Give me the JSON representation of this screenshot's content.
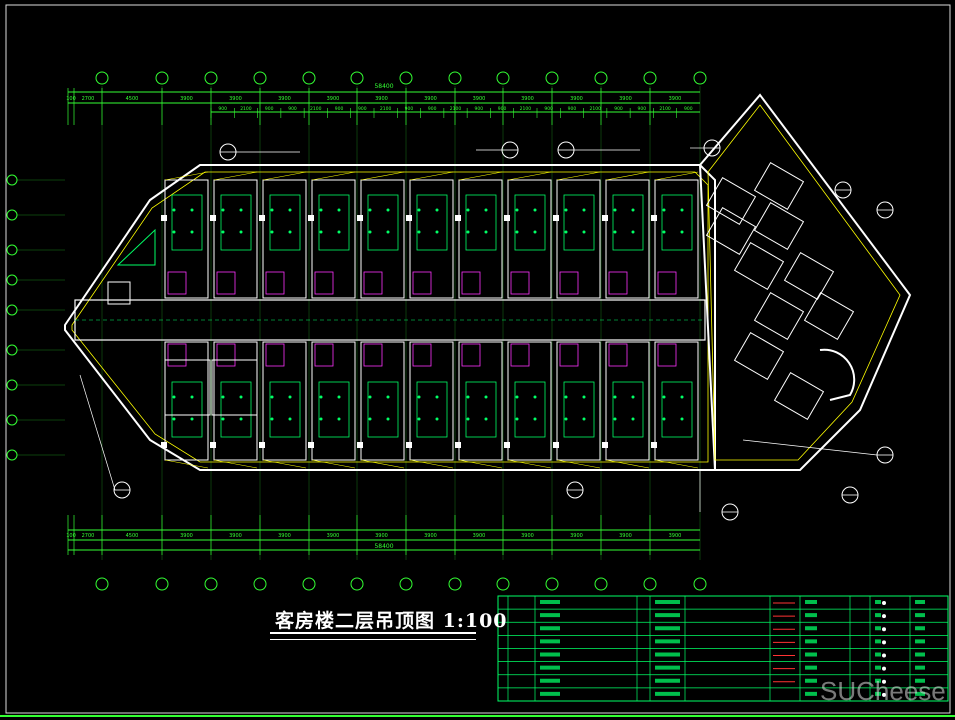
{
  "drawing": {
    "title": "客房楼二层吊顶图 1:100",
    "total_dimension_top": "58400",
    "total_dimension_bottom": "58400",
    "top_dimensions": [
      "100",
      "2700",
      "4500",
      "3900",
      "3900",
      "3900",
      "3900",
      "3900",
      "3900",
      "3900",
      "3900",
      "3900",
      "3900",
      "3900"
    ],
    "top_sub_dimensions": [
      "900",
      "2100",
      "900",
      "900",
      "2100",
      "900",
      "900",
      "2100",
      "900",
      "900",
      "2100",
      "900",
      "900",
      "2100",
      "900",
      "900",
      "2100",
      "900",
      "900",
      "2100",
      "900"
    ],
    "bottom_dimensions": [
      "100",
      "2700",
      "4500",
      "3900",
      "3900",
      "3900",
      "3900",
      "3900",
      "3900",
      "3900",
      "3900",
      "3900",
      "3900",
      "3900"
    ],
    "colors": {
      "background": "#000000",
      "walls": "#ffffff",
      "dimensions": "#33ff33",
      "rooms": "#00ff66",
      "fixtures": "#ff33ff",
      "accent": "#ffff00",
      "leaders": "#ff3333"
    }
  },
  "watermark": "SUCheese"
}
